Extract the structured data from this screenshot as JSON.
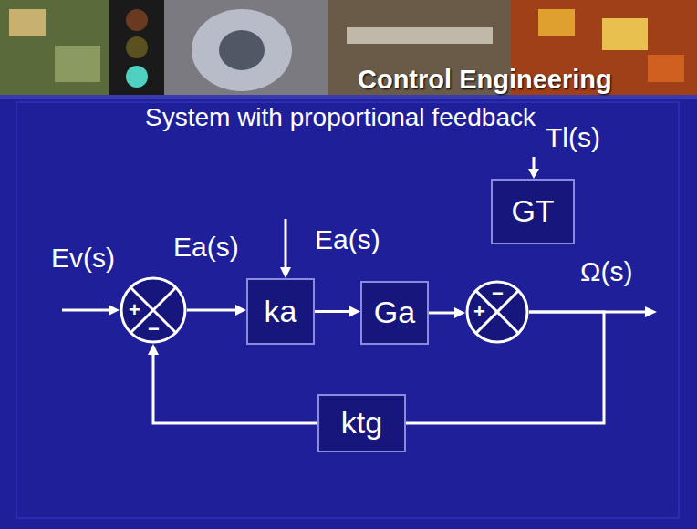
{
  "diagram": {
    "title": "System with proportional feedback",
    "nodes": [
      {
        "text": [
          "+",
          "−"
        ]
      },
      {
        "text": [
          "ka"
        ]
      },
      {
        "text": [
          "Ga"
        ]
      },
      {
        "text": [
          "GT"
        ]
      },
      {
        "text": [
          "+",
          "−"
        ]
      },
      {
        "text": [
          "ktg"
        ]
      }
    ],
    "edges": [
      {
        "from": 0,
        "to": 1,
        "arrow": "to"
      },
      {
        "from": 1,
        "to": 2,
        "arrow": "to"
      },
      {
        "from": 2,
        "to": 4,
        "arrow": "to"
      },
      {
        "from": 4,
        "to": 5,
        "arrow": "none"
      },
      {
        "from": 5,
        "to": 0,
        "arrow": "to"
      }
    ],
    "labels": [
      "Control Engineering",
      "Ev(s)",
      "Ea(s)",
      "Ea(s)",
      "Tl(s)",
      "Ω(s)"
    ]
  }
}
